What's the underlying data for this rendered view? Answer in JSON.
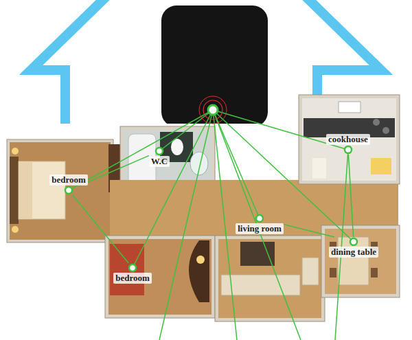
{
  "diagram": {
    "nodes": [
      {
        "text": [
          "bedroom"
        ]
      },
      {
        "text": [
          "W.C"
        ]
      },
      {
        "text": [
          "cookhouse"
        ]
      },
      {
        "text": [
          "living room"
        ]
      },
      {
        "text": [
          "dining table"
        ]
      },
      {
        "text": [
          "bedroom"
        ]
      }
    ],
    "edges": [
      {
        "from": 0,
        "to": 1,
        "arrow": "none"
      },
      {
        "from": 0,
        "to": 5,
        "arrow": "none"
      },
      {
        "from": 3,
        "to": 4,
        "arrow": "none"
      },
      {
        "from": 2,
        "to": 4,
        "arrow": "none"
      }
    ]
  }
}
